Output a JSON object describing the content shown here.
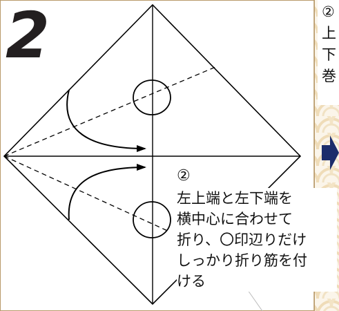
{
  "step": {
    "number": "2"
  },
  "instruction": {
    "marker": "②",
    "lines": [
      "左上端と左下端を",
      "横中心に合わせて",
      "折り、〇印辺りだけ",
      "しっかり折り筋を付",
      "ける"
    ]
  },
  "next_panel": {
    "marker": "②",
    "chars": [
      "上",
      "下",
      "巻"
    ]
  },
  "colors": {
    "line": "#000000",
    "background": "#ffffff",
    "pattern_tan": "#f1e2c4",
    "pattern_pale": "#fbf5ea",
    "arrow_navy": "#1c2d6b",
    "frame": "#b89a6a"
  },
  "icons": [
    "fold-arrow-icon",
    "crease-circle-icon",
    "next-step-arrow-icon"
  ]
}
